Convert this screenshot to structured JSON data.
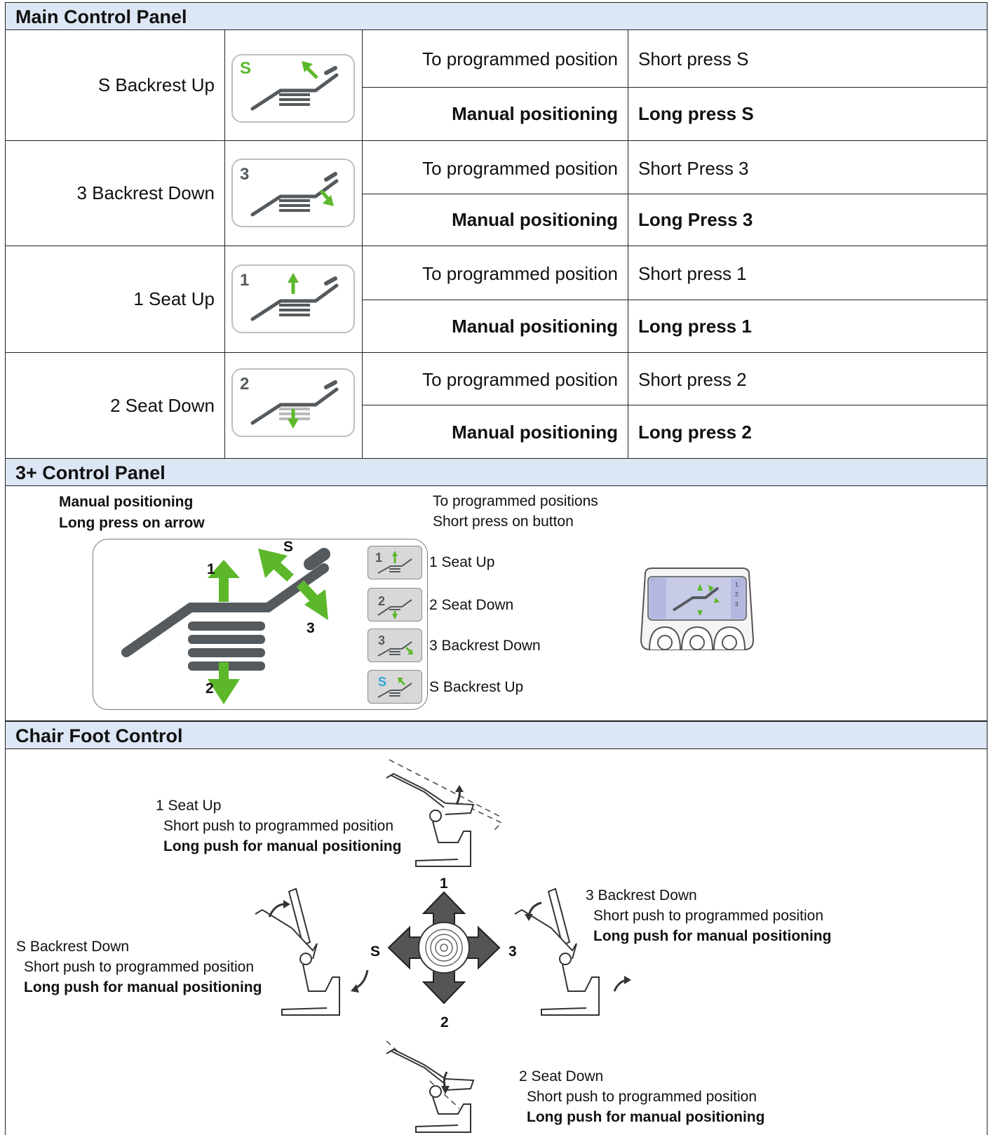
{
  "sections": {
    "main": "Main Control Panel",
    "plus": "3+ Control Panel",
    "foot": "Chair Foot Control"
  },
  "main_rows": [
    {
      "name": "S Backrest Up",
      "glyph": "S",
      "prog": "To programmed position",
      "short": "Short press S",
      "manual": "Manual positioning",
      "long": "Long press S"
    },
    {
      "name": "3 Backrest Down",
      "glyph": "3",
      "prog": "To programmed position",
      "short": "Short Press 3",
      "manual": "Manual positioning",
      "long": "Long Press 3"
    },
    {
      "name": "1 Seat Up",
      "glyph": "1",
      "prog": "To programmed position",
      "short": "Short press 1",
      "manual": "Manual positioning",
      "long": "Long press 1"
    },
    {
      "name": "2 Seat Down",
      "glyph": "2",
      "prog": "To programmed position",
      "short": "Short press 2",
      "manual": "Manual positioning",
      "long": "Long press 2"
    }
  ],
  "plus_panel": {
    "manual_title": "Manual positioning",
    "manual_sub": "Long press on arrow",
    "prog_title": "To programmed positions",
    "prog_sub": "Short press on button",
    "arrow_labels": {
      "up": "1",
      "down": "2",
      "backdown": "3",
      "backup": "S"
    },
    "buttons": [
      {
        "glyph": "1",
        "label": "1 Seat Up"
      },
      {
        "glyph": "2",
        "label": "2 Seat Down"
      },
      {
        "glyph": "3",
        "label": "3 Backrest Down"
      },
      {
        "glyph": "S",
        "label": "S Backrest Up"
      }
    ],
    "device_numbers": [
      "1",
      "2",
      "3"
    ]
  },
  "foot_control": {
    "up": {
      "title": "1 Seat Up",
      "short": "Short push to programmed position",
      "long": "Long push for manual positioning"
    },
    "right": {
      "title": "3 Backrest Down",
      "short": "Short push to programmed position",
      "long": "Long push for manual positioning"
    },
    "left": {
      "title": "S Backrest Down",
      "short": "Short push to programmed position",
      "long": "Long push for manual positioning"
    },
    "down": {
      "title": "2 Seat Down",
      "short": "Short push to programmed position",
      "long": "Long push for manual positioning"
    },
    "arrow_labels": {
      "up": "1",
      "down": "2",
      "left": "S",
      "right": "3"
    }
  },
  "colors": {
    "accent_green": "#5cb82a",
    "header_bg": "#dde6f4",
    "key_blue": "#2aa6d8",
    "dark_gray": "#555a5e"
  }
}
